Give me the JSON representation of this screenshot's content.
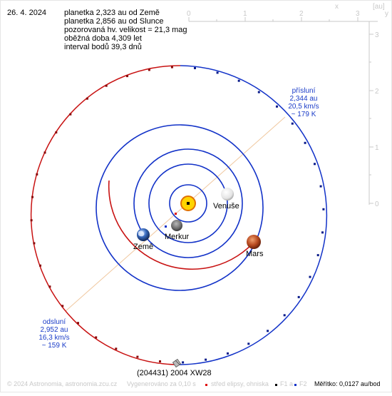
{
  "date": "26. 4. 2024",
  "info_lines": [
    "planetka 2,323 au od Země",
    "planetka 2,856 au od Slunce",
    "pozorovaná hv. velikost = 21,3 mag",
    "oběžná doba 4,309 let",
    "interval bodů 39,3 dnů"
  ],
  "axis": {
    "unit": "[au]",
    "x_letter": "x",
    "y_letter": "y",
    "top_ticks": [
      "0",
      "1",
      "2",
      "3"
    ],
    "right_ticks": [
      "3",
      "2",
      "1",
      "0"
    ]
  },
  "perihelion": {
    "title": "přísluní",
    "distance": "2,344 au",
    "speed": "20,5 km/s",
    "temperature": "~ 179 K"
  },
  "aphelion": {
    "title": "odsluní",
    "distance": "2,952 au",
    "speed": "16,3 km/s",
    "temperature": "~ 159 K"
  },
  "planets": {
    "venus": "Venuše",
    "mercury": "Merkur",
    "earth": "Země",
    "mars": "Mars"
  },
  "asteroid_name": "(204431) 2004 XW28",
  "footer": {
    "copyright": "© 2024 Astronomia, astronomia.zcu.cz",
    "generated": "Vygenerováno za 0,10 s",
    "legend_center": "střed elipsy, ohniska",
    "legend_f1": "F1 a",
    "legend_f2": "F2",
    "scale": "Měřítko: 0,0127 au/bod"
  },
  "colors": {
    "orbit_blue": "#1232c8",
    "orbit_red": "#c81212",
    "apsis_line": "#f0c8a0",
    "label_blue": "#1a3cc8"
  }
}
